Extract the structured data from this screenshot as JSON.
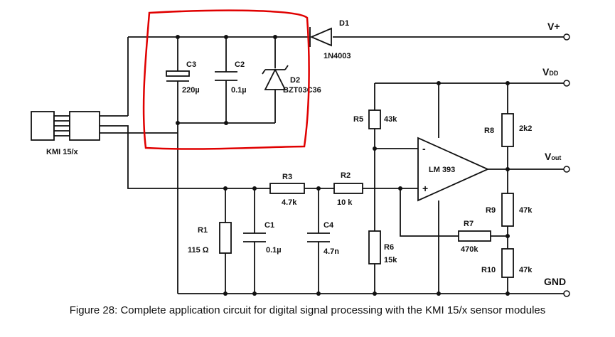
{
  "diagram": {
    "caption": "Figure 28: Complete application circuit for digital signal processing with the KMI 15/x sensor modules",
    "highlight_color": "#e00000",
    "terminals": {
      "vplus": "V+",
      "vdd": "V",
      "vdd_sub": "DD",
      "vout": "V",
      "vout_sub": "out",
      "gnd": "GND"
    },
    "sensor": {
      "label": "KMI 15/x"
    },
    "opamp": {
      "name": "LM 393",
      "minus": "-",
      "plus": "+"
    },
    "components": {
      "D1": {
        "name": "D1",
        "value": "1N4003"
      },
      "D2": {
        "name": "D2",
        "value": "BZT03C36"
      },
      "C3": {
        "name": "C3",
        "value": "220µ"
      },
      "C2": {
        "name": "C2",
        "value": "0.1µ"
      },
      "C1": {
        "name": "C1",
        "value": "0.1µ"
      },
      "C4": {
        "name": "C4",
        "value": "4.7n"
      },
      "R1": {
        "name": "R1",
        "value": "115 Ω"
      },
      "R2": {
        "name": "R2",
        "value": "10 k"
      },
      "R3": {
        "name": "R3",
        "value": "4.7k"
      },
      "R5": {
        "name": "R5",
        "value": "43k"
      },
      "R6": {
        "name": "R6",
        "value": "15k"
      },
      "R7": {
        "name": "R7",
        "value": "470k"
      },
      "R8": {
        "name": "R8",
        "value": "2k2"
      },
      "R9": {
        "name": "R9",
        "value": "47k"
      },
      "R10": {
        "name": "R10",
        "value": "47k"
      }
    }
  }
}
